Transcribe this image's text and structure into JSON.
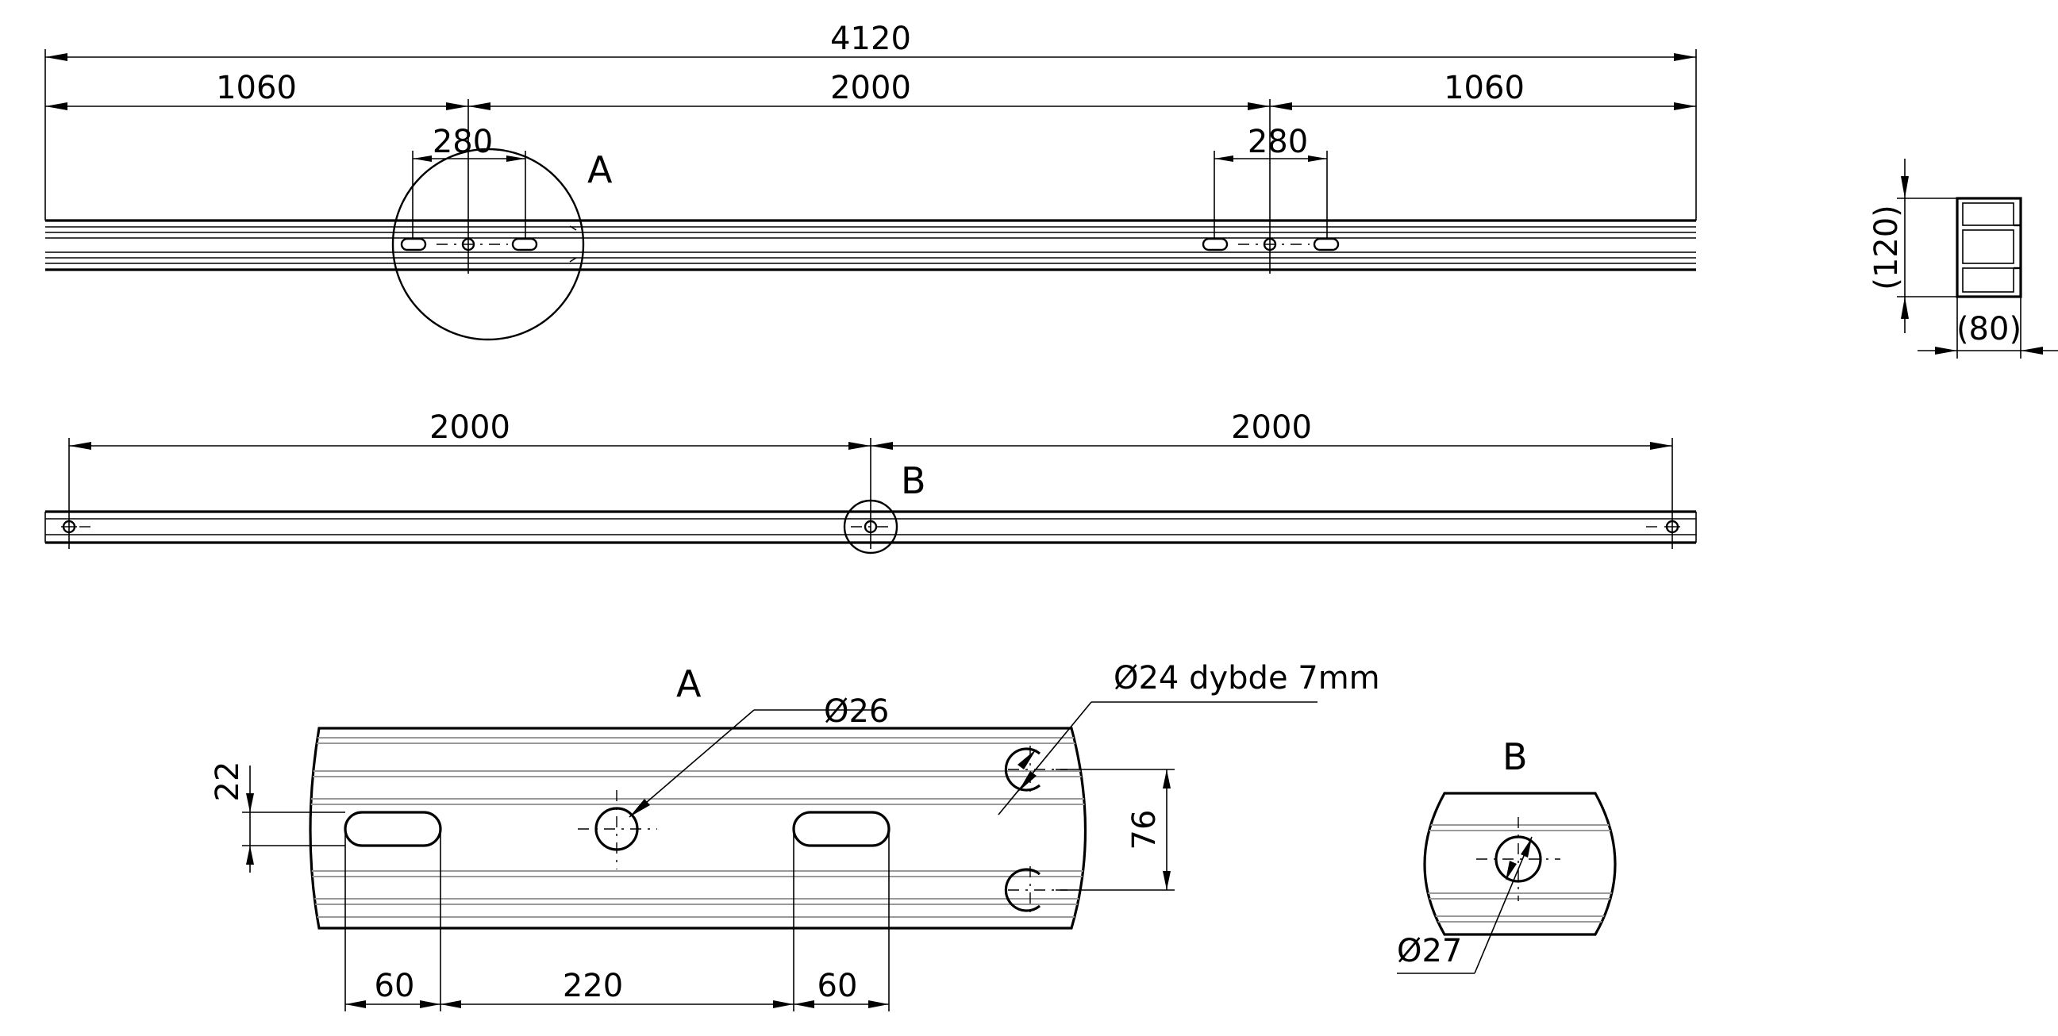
{
  "drawing": {
    "top_view": {
      "overall_length": "4120",
      "left_offset": "1060",
      "center_span": "2000",
      "right_offset": "1060",
      "slot_span_left": "280",
      "slot_span_right": "280",
      "detail_label": "A"
    },
    "side_view": {
      "left_span": "2000",
      "right_span": "2000",
      "detail_label": "B"
    },
    "section": {
      "height": "(120)",
      "width": "(80)"
    },
    "detail_a": {
      "title": "A",
      "hole_diameter": "Ø26",
      "blind_hole": "Ø24 dybde 7mm",
      "slot_height": "22",
      "blind_hole_spacing": "76",
      "slot_width_left": "60",
      "slot_spacing": "220",
      "slot_width_right": "60"
    },
    "detail_b": {
      "title": "B",
      "hole_diameter": "Ø27"
    }
  }
}
